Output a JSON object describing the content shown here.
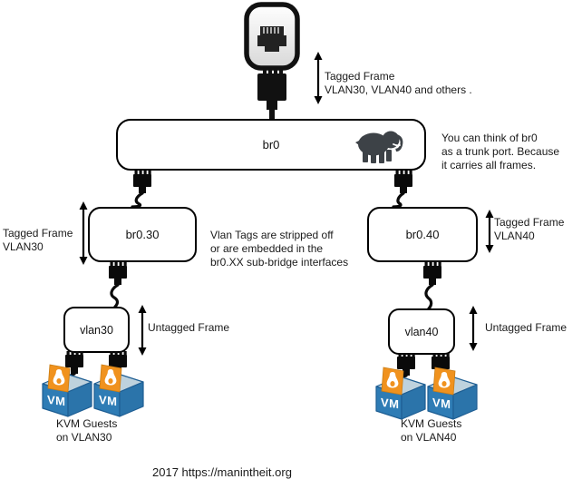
{
  "diagram": {
    "caption": "2017 https://manintheit.org",
    "vm_label": "VM",
    "nodes": {
      "br0": {
        "label": "br0"
      },
      "br0_30": {
        "label": "br0.30"
      },
      "br0_40": {
        "label": "br0.40"
      },
      "vlan30": {
        "label": "vlan30"
      },
      "vlan40": {
        "label": "vlan40"
      }
    },
    "annotations": {
      "tagged_top": "Tagged Frame\nVLAN30, VLAN40 and others .",
      "trunk_note": "You can think of br0\nas a trunk port. Because\nit carries all frames.",
      "tagged_left": "Tagged Frame\nVLAN30",
      "tagged_right": "Tagged Frame\nVLAN40",
      "vlan_note": "Vlan Tags are stripped off\nor are embedded in the\nbr0.XX sub-bridge interfaces",
      "untagged_left": "Untagged Frame",
      "untagged_right": "Untagged Frame",
      "kvm_left": "KVM Guests\non VLAN30",
      "kvm_right": "KVM Guests\non VLAN40"
    },
    "icons": {
      "ethernet_jack": "ethernet-jack-icon",
      "rj45_plug": "rj45-plug-icon",
      "elephant": "elephant-icon",
      "double_arrow": "double-arrow-icon",
      "vm_cube": "vm-cube-icon",
      "tux": "tux-penguin-icon"
    },
    "colors": {
      "stroke": "#000000",
      "text": "#1a1a1a",
      "cube_top": "#bed2dd",
      "cube_front": "#2e7cb5",
      "cube_side": "#2b74aa",
      "cube_outline": "#1e5e93",
      "pennant_orange": "#f0921e",
      "elephant_gray": "#3d4247"
    }
  }
}
